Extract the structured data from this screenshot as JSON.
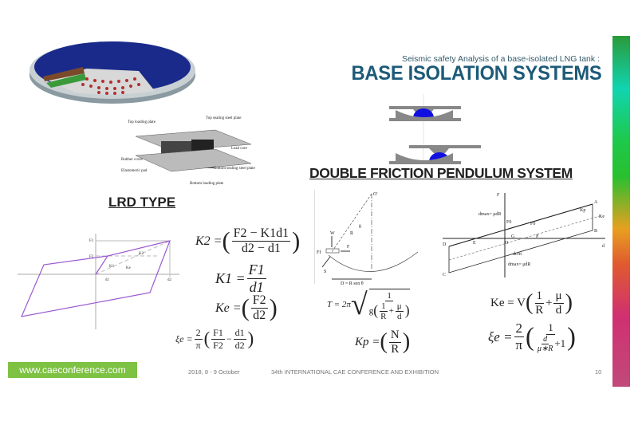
{
  "header": {
    "subtitle": "Seismic safety Analysis of a base-isolated LNG tank :",
    "title": "BASE ISOLATION SYSTEMS"
  },
  "lrd": {
    "heading": "LRD TYPE",
    "bearing_labels": [
      "Top loading plate",
      "Top sealing steel plate",
      "Lead core",
      "Rubber cover",
      "Elastomeric pad",
      "Bottom sealing steel plate",
      "Bottom loading plate"
    ],
    "graph_labels": {
      "f1": "F1",
      "f2": "F2",
      "d1": "d1",
      "d2": "d2",
      "k1": "K1",
      "k2": "K2",
      "ke": "Ke"
    },
    "formulas": {
      "k2_lhs": "K2 =",
      "k2_num": "F2 − K1d1",
      "k2_den": "d2 − d1",
      "k1_lhs": "K1 =",
      "k1_num": "F1",
      "k1_den": "d1",
      "ke_lhs": "Ke =",
      "ke_num": "F2",
      "ke_den": "d2",
      "xi_lhs": "ξe =",
      "xi_coef_num": "2",
      "xi_coef_den": "π",
      "xi_a_num": "F1",
      "xi_a_den": "F2",
      "xi_minus": "−",
      "xi_b_num": "d1",
      "xi_b_den": "d2"
    }
  },
  "dfps": {
    "heading": "DOUBLE FRICTION PENDULUM SYSTEM",
    "pendulum_labels": {
      "o": "O'",
      "theta": "θ",
      "r": "R",
      "w": "W",
      "f": "F",
      "ff": "Ff",
      "s": "S",
      "d": "D = R sen θ"
    },
    "hyst_labels": {
      "f": "F",
      "a": "A",
      "b": "B",
      "c": "C",
      "d": "D",
      "e": "E",
      "o": "O",
      "g": "G",
      "p": "P",
      "d_axis": "d",
      "dmax_top": "dmax= μdR",
      "dmax_bot": "dmax= μdR",
      "kp": "Kp",
      "ke": "Ke",
      "f0": "F0",
      "f0b": "F0",
      "dcrit": "dcrit"
    },
    "formulas": {
      "t_lhs": "T = 2π",
      "t_num": "1",
      "t_g": "g",
      "t_a_num": "1",
      "t_a_den": "R",
      "t_plus": "+",
      "t_b_num": "μ",
      "t_b_den": "d",
      "kp_lhs": "Kp =",
      "kp_num": "N",
      "kp_den": "R",
      "ke_lhs": "Ke = V",
      "ke_a_num": "1",
      "ke_a_den": "R",
      "ke_plus": "+",
      "ke_b_num": "μ",
      "ke_b_den": "d",
      "xi_lhs": "ξe =",
      "xi_coef_num": "2",
      "xi_coef_den": "π",
      "xi_num": "1",
      "xi_den_num": "d",
      "xi_den_den": "μ∗R",
      "xi_plus": "+1"
    }
  },
  "footer": {
    "url": "www.caeconference.com",
    "date": "2018, 8 - 9 October",
    "conference": "34th INTERNATIONAL CAE CONFERENCE AND EXHIBITION",
    "page": "10"
  },
  "colors": {
    "accent": "#1d5a78",
    "footer_green": "#7dc242",
    "curve": "#9b59d0"
  }
}
